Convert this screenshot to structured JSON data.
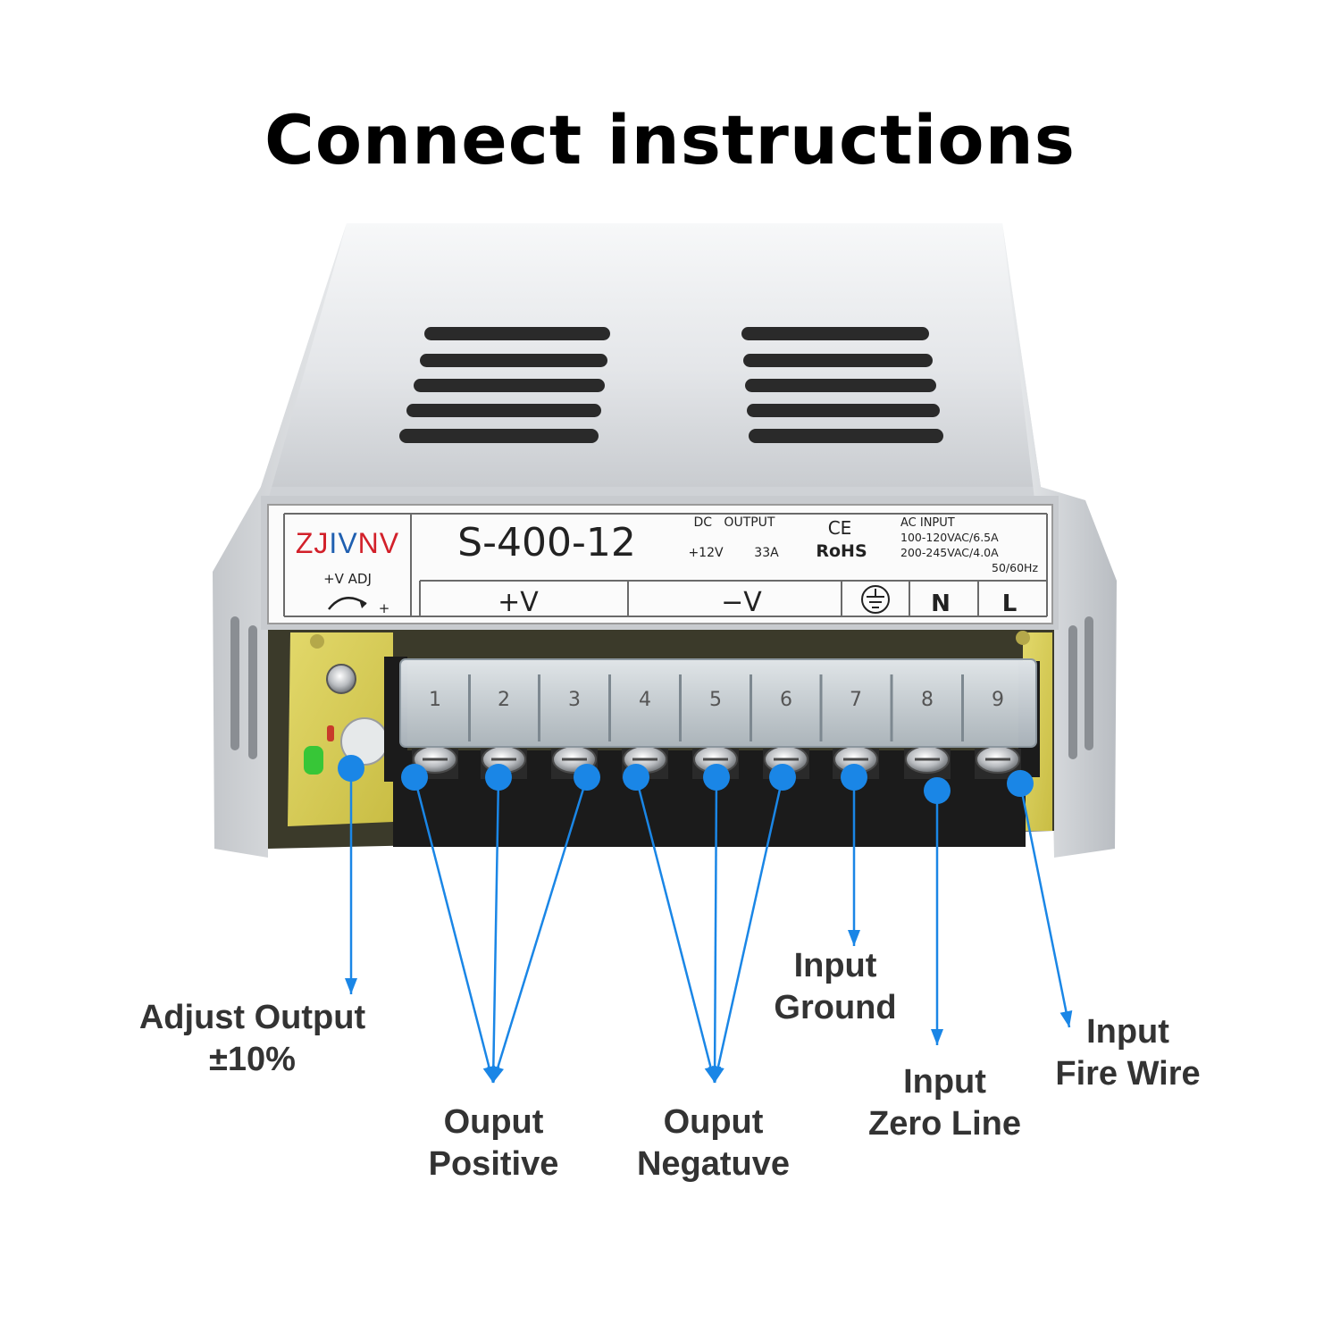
{
  "title": "Connect instructions",
  "colors": {
    "callout_line": "#1a86e6",
    "label_text": "#333333",
    "case_metal": "#d2d5d8",
    "terminal_block": "#1b1b1b",
    "pcb": "#d8cc5a",
    "brand_red": "#d2202a",
    "brand_blue": "#1f5fb0"
  },
  "label_plate": {
    "brand_parts": [
      "ZJ",
      "IV",
      "NV"
    ],
    "model": "S-400-12",
    "adj_caption": "+V ADJ",
    "adj_plus": "+",
    "dc_output_header": "DC   OUTPUT",
    "dc_voltage": "+12V",
    "dc_current": "33A",
    "ce_mark": "CE",
    "rohs_mark": "RoHS",
    "ac_input_header": "AC INPUT",
    "ac_line1": "100-120VAC/6.5A",
    "ac_line2": "200-245VAC/4.0A",
    "ac_freq": "50/60Hz",
    "terminal_groups": {
      "positive": "+V",
      "negative": "−V",
      "ground_icon": "ground-symbol-icon",
      "neutral": "N",
      "line": "L"
    }
  },
  "terminals": [
    "1",
    "2",
    "3",
    "4",
    "5",
    "6",
    "7",
    "8",
    "9"
  ],
  "callouts": {
    "adjust": {
      "line1": "Adjust Output",
      "line2": "±10%"
    },
    "positive": {
      "line1": "Ouput",
      "line2": "Positive"
    },
    "negative": {
      "line1": "Ouput",
      "line2": "Negatuve"
    },
    "ground": {
      "line1": "Input",
      "line2": "Ground"
    },
    "zero": {
      "line1": "Input",
      "line2": "Zero Line"
    },
    "fire": {
      "line1": "Input",
      "line2": "Fire Wire"
    }
  }
}
